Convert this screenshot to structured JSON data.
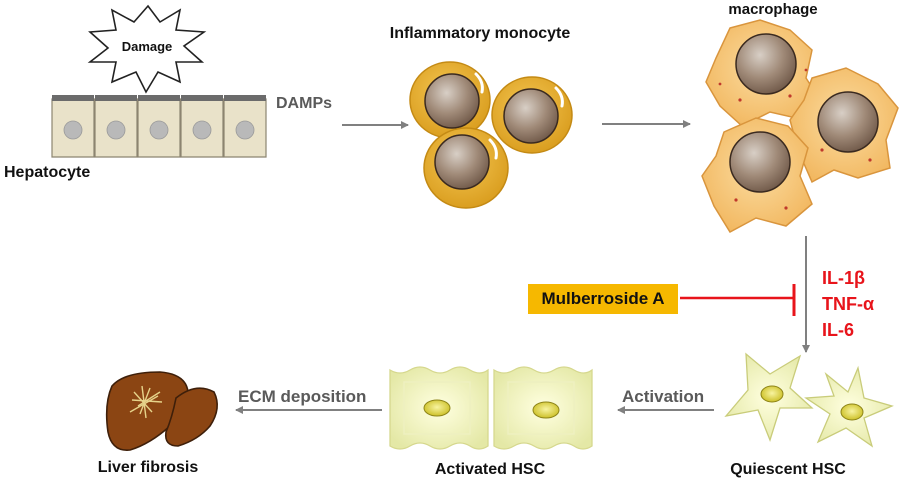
{
  "labels": {
    "damage": "Damage",
    "damps": "DAMPs",
    "hepatocyte": "Hepatocyte",
    "inflammatory_monocyte": "Inflammatory monocyte",
    "macrophage": "macrophage",
    "inhibitor": "Mulberroside A",
    "cytokines": [
      "IL-1β",
      "TNF-α",
      "IL-6"
    ],
    "activation": "Activation",
    "ecm_deposition": "ECM deposition",
    "quiescent_hsc": "Quiescent HSC",
    "activated_hsc": "Activated HSC",
    "liver_fibrosis": "Liver fibrosis"
  },
  "colors": {
    "arrow": "#808080",
    "inhibition": "#e8141b",
    "inhibitor_box": "#f6b800",
    "monocyte": "#e3a526",
    "macrophage": "#f6c97c",
    "nucleus": "#9a7f6b",
    "hepatocyte": "#e9e2c9",
    "hsc": "#f0f3c2",
    "liver": "#8b4513"
  }
}
